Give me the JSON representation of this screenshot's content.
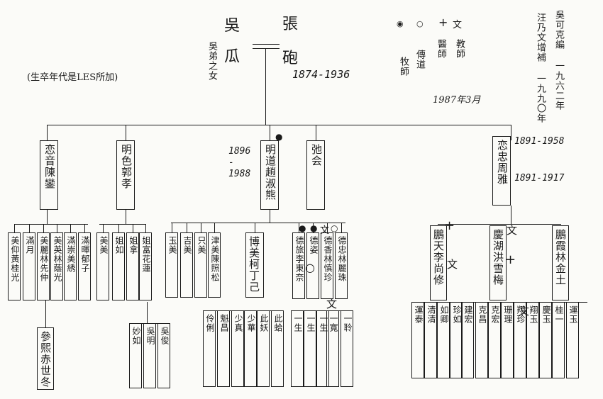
{
  "note": "(生卒年代是LES所加)",
  "top": {
    "husband_surname": "吳",
    "husband_given": "瓜",
    "husband_note": "吳弟之女",
    "wife_surname": "張",
    "wife_given": "砲",
    "dates": "1874-1936"
  },
  "legend": {
    "dot_label": "牧師",
    "circle_label": "傳道",
    "cross_label": "醫師",
    "wen_label": "教師",
    "author_date": "1987年3月"
  },
  "editors": {
    "line1": "吳可克編 一九六二年",
    "line2": "汪乃文增補 一九九〇年"
  },
  "gen1": [
    {
      "name": "恋音陳鑾",
      "dates": ""
    },
    {
      "name": "明色郭孝",
      "dates": ""
    },
    {
      "name": "明道趙淑熊",
      "dates": "1896 - 1988"
    },
    {
      "name": "弛会",
      "dates": ""
    },
    {
      "name": "恋忠周雅",
      "dates": "1891-1958",
      "dates2": "1891-1917"
    }
  ],
  "gen2": {
    "g1": [
      "美仰黃桂光",
      "滿月",
      "美麗林先仲",
      "美英林蔭光",
      "滿崇美綉",
      "滿暉郁子"
    ],
    "g2": [
      "美美",
      "姐如",
      "姐拿",
      "姐富花蓮"
    ],
    "g3": [
      "玉美",
      "吉美",
      "只美",
      "津美陳照松",
      "博美柯丁己"
    ],
    "g4": [
      "德旅李東奈",
      "德姿",
      "德香林慎珍",
      "德忠林麗珠"
    ],
    "g5": [
      "鵬天李尚修",
      "慶湖洪雪梅",
      "鵬霞林金土"
    ]
  },
  "gen3": {
    "g1": [
      "參熙赤世冬"
    ],
    "g2": [
      "妙如",
      "吳明",
      "吳俊"
    ],
    "g3": [
      "伶俐",
      "魁昌",
      "少真",
      "少華",
      "此妖",
      "此蛤"
    ],
    "g4": [
      "一生",
      "一生",
      "一生",
      "一寬",
      "一聆"
    ],
    "g5": [
      "運泰",
      "清清",
      "如卿",
      "珍如",
      "建宏",
      "克昌",
      "克宏",
      "珊理",
      "翔珍",
      "翔玉",
      "慶玉",
      "桂一",
      "運玉"
    ]
  }
}
